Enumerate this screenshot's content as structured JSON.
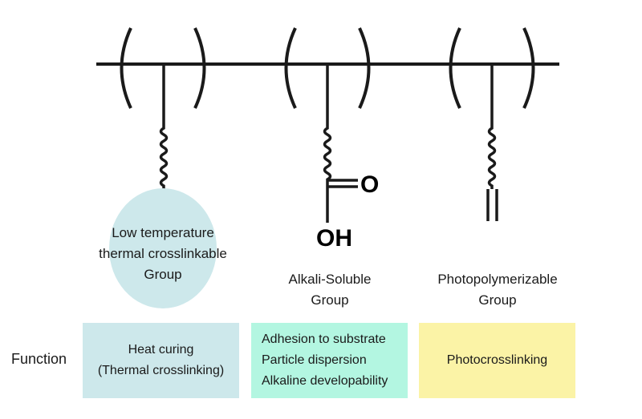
{
  "colors": {
    "thermal": "#cde8eb",
    "alkali": "#b3f6e1",
    "photo": "#fbf3a6",
    "line": "#1a1a1a"
  },
  "groups": {
    "thermal": {
      "lines": [
        "Low temperature",
        "thermal crosslinkable",
        "Group"
      ]
    },
    "alkali": {
      "lines": [
        "Alkali-Soluble",
        "Group"
      ],
      "carbonyl_o": "O",
      "hydroxyl": "OH"
    },
    "photo": {
      "lines": [
        "Photopolymerizable",
        "Group"
      ]
    }
  },
  "function": {
    "label": "Function",
    "thermal": [
      "Heat curing",
      "(Thermal crosslinking)"
    ],
    "alkali": [
      "Adhesion to substrate",
      "Particle dispersion",
      "Alkaline developability"
    ],
    "photo": [
      "Photocrosslinking"
    ]
  }
}
